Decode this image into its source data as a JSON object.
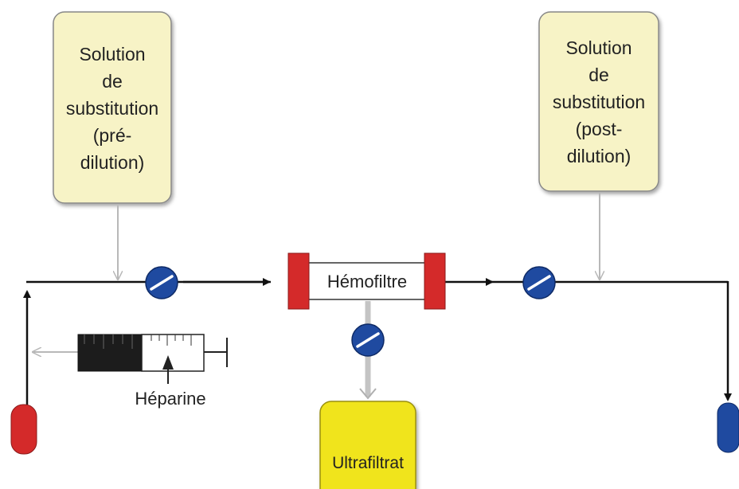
{
  "pre_solution": {
    "lines": [
      "Solution",
      "de",
      "substitution",
      "(pré-",
      "dilution)"
    ]
  },
  "post_solution": {
    "lines": [
      "Solution",
      "de",
      "substitution",
      "(post-",
      "dilution)"
    ]
  },
  "hemofilter": {
    "label": "Hémofiltre"
  },
  "heparin": {
    "label": "Héparine"
  },
  "ultrafiltrate": {
    "label": "Ultrafiltrat"
  },
  "colors": {
    "solution_box_fill": "#f7f3c6",
    "ultrafiltrate_fill": "#f0e41a",
    "filter_cap": "#d42a2a",
    "pump": "#1f4aa0",
    "arterial_line": "#d42a2a",
    "venous_line": "#1f4aa0",
    "main_line": "#111111",
    "feed_line": "#b8b8b8"
  }
}
